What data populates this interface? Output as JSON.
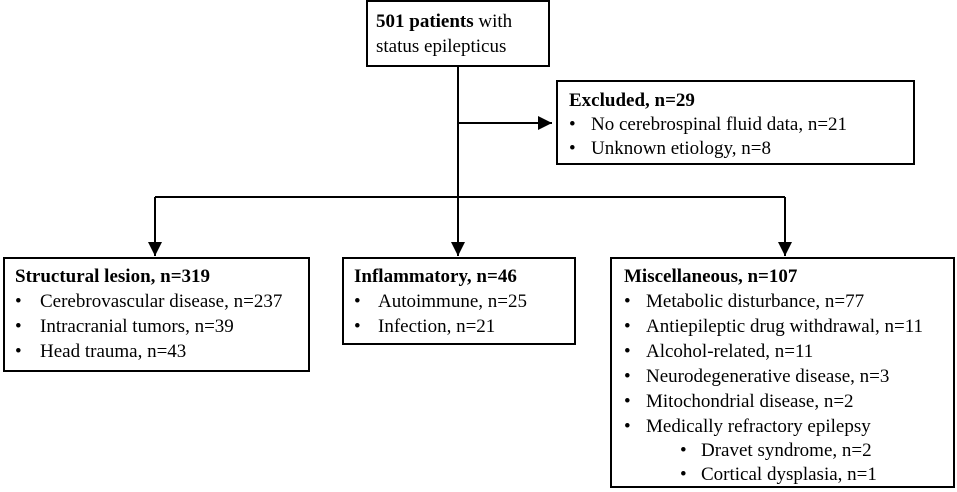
{
  "top": {
    "count_bold": "501 patients",
    "line1_rest": " with",
    "line2": "status epilepticus"
  },
  "excluded": {
    "title": "Excluded, n=29",
    "items": [
      "No cerebrospinal fluid data, n=21",
      "Unknown etiology, n=8"
    ]
  },
  "structural": {
    "title": "Structural lesion, n=319",
    "items": [
      "Cerebrovascular disease, n=237",
      "Intracranial tumors, n=39",
      "Head trauma, n=43"
    ]
  },
  "inflammatory": {
    "title": "Inflammatory, n=46",
    "items": [
      "Autoimmune, n=25",
      "Infection, n=21"
    ]
  },
  "misc": {
    "title": "Miscellaneous, n=107",
    "items": [
      "Metabolic disturbance, n=77",
      "Antiepileptic drug withdrawal, n=11",
      "Alcohol-related, n=11",
      "Neurodegenerative disease, n=3",
      "Mitochondrial disease, n=2",
      "Medically refractory epilepsy"
    ],
    "subitems": [
      "Dravet syndrome, n=2",
      "Cortical dysplasia, n=1"
    ]
  },
  "bullet": "•"
}
